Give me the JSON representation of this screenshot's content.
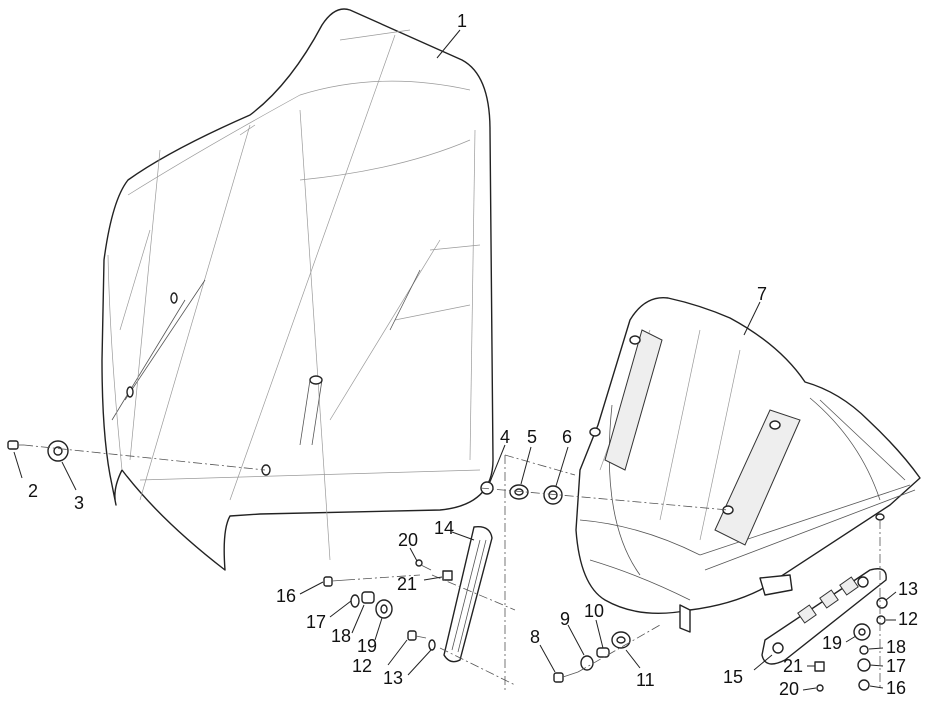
{
  "callouts": [
    {
      "label": "1"
    },
    {
      "label": "2"
    },
    {
      "label": "3"
    },
    {
      "label": "4"
    },
    {
      "label": "5"
    },
    {
      "label": "6"
    },
    {
      "label": "7"
    },
    {
      "label": "8"
    },
    {
      "label": "9"
    },
    {
      "label": "10"
    },
    {
      "label": "11"
    },
    {
      "label": "12"
    },
    {
      "label": "13"
    },
    {
      "label": "14"
    },
    {
      "label": "15"
    },
    {
      "label": "16"
    },
    {
      "label": "17"
    },
    {
      "label": "18"
    },
    {
      "label": "19"
    },
    {
      "label": "20"
    },
    {
      "label": "21"
    },
    {
      "label": "12"
    },
    {
      "label": "13"
    },
    {
      "label": "16"
    },
    {
      "label": "17"
    },
    {
      "label": "18"
    },
    {
      "label": "19"
    },
    {
      "label": "20"
    },
    {
      "label": "21"
    }
  ]
}
